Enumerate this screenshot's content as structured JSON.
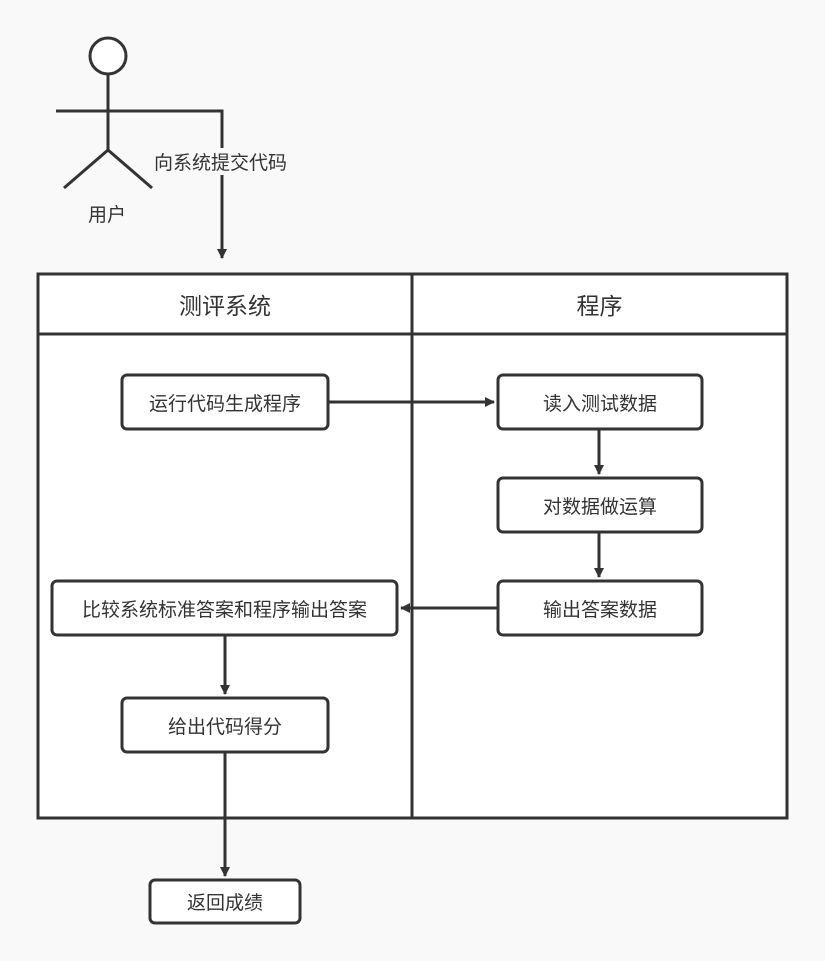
{
  "actor": {
    "label": "用户"
  },
  "edges": {
    "submit_label": "向系统提交代码"
  },
  "lanes": {
    "system": {
      "title": "测评系统"
    },
    "program": {
      "title": "程序"
    }
  },
  "nodes": {
    "run_code": "运行代码生成程序",
    "read_input": "读入测试数据",
    "compute": "对数据做运算",
    "output_answer": "输出答案数据",
    "compare": "比较系统标准答案和程序输出答案",
    "give_score": "给出代码得分",
    "return_result": "返回成绩"
  },
  "colors": {
    "stroke": "#333333",
    "background": "#f9f9f9",
    "box_fill": "#ffffff"
  }
}
